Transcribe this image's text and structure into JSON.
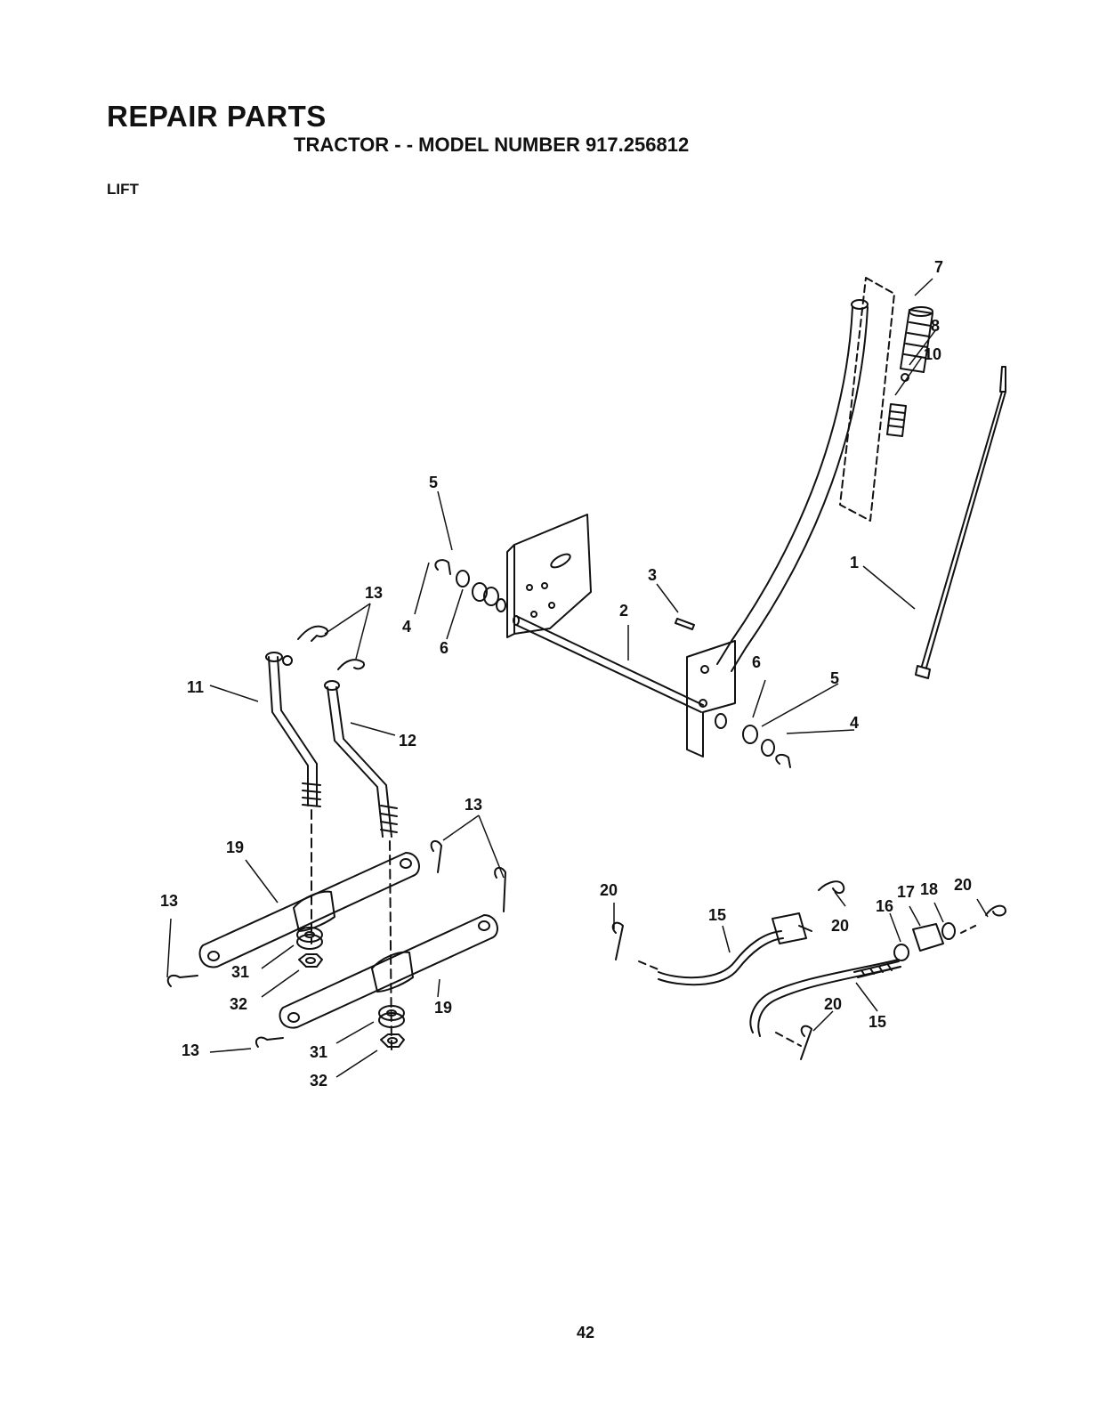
{
  "header": {
    "title": "REPAIR PARTS",
    "subtitle": "TRACTOR - - MODEL NUMBER 917.256812",
    "section": "LIFT"
  },
  "callouts": [
    "1",
    "2",
    "3",
    "4",
    "5",
    "6",
    "7",
    "8",
    "10",
    "11",
    "12",
    "13",
    "15",
    "16",
    "17",
    "18",
    "19",
    "20",
    "31",
    "32"
  ],
  "page_number": "42"
}
